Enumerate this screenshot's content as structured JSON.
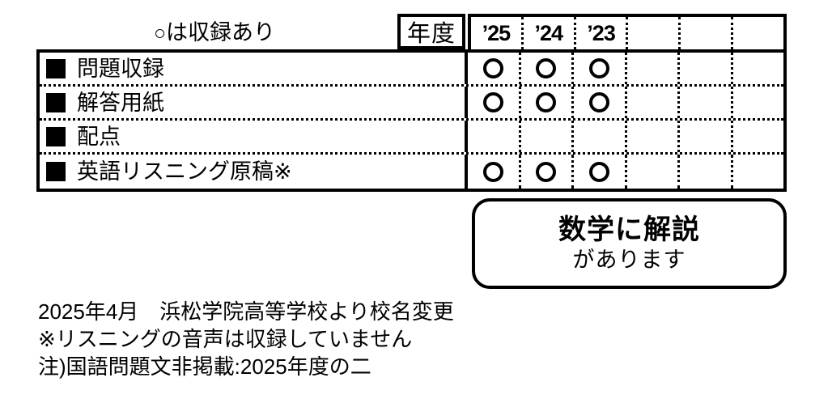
{
  "caption": {
    "circle_glyph": "○",
    "text": "は収録あり"
  },
  "table": {
    "year_header_label": "年度",
    "year_columns": [
      "’25",
      "’24",
      "’23",
      "",
      "",
      ""
    ],
    "mark_symbol": "○",
    "rows": [
      {
        "bullet": "filled-square",
        "label": "問題収録",
        "marks": [
          "○",
          "○",
          "○",
          "",
          "",
          ""
        ]
      },
      {
        "bullet": "filled-square",
        "label": "解答用紙",
        "marks": [
          "○",
          "○",
          "○",
          "",
          "",
          ""
        ]
      },
      {
        "bullet": "filled-square",
        "label": "配点",
        "marks": [
          "",
          "",
          "",
          "",
          "",
          ""
        ]
      },
      {
        "bullet": "filled-square",
        "label": "英語リスニング原稿※",
        "marks": [
          "○",
          "○",
          "○",
          "",
          "",
          ""
        ]
      }
    ]
  },
  "note_box": {
    "line1": "数学に解説",
    "line2": "があります"
  },
  "footnotes": [
    "2025年4月　浜松学院高等学校より校名変更",
    "※リスニングの音声は収録していません",
    "注)国語問題文非掲載:2025年度の二"
  ],
  "colors": {
    "ink": "#000000",
    "background": "#ffffff"
  }
}
